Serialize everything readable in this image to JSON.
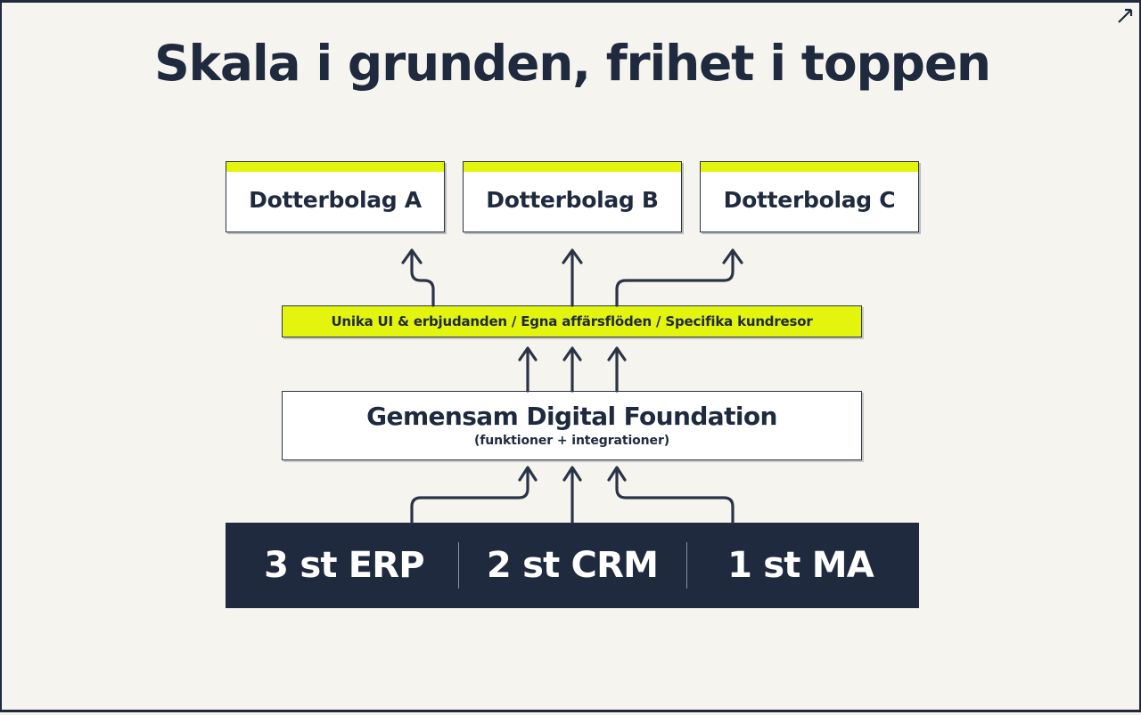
{
  "slide": {
    "title": "Skala i grunden, frihet i toppen",
    "background_color": "#f6f4ef",
    "frame_color": "#1f2a3f",
    "accent_color": "#e4f50d",
    "dark_color": "#1f2a3f",
    "text_color": "#1f2a3f"
  },
  "resize_handle": {
    "icon": "diagonal-arrow-icon"
  },
  "subsidiaries": {
    "boxes": [
      {
        "label": "Dotterbolag A"
      },
      {
        "label": "Dotterbolag B"
      },
      {
        "label": "Dotterbolag C"
      }
    ]
  },
  "differentiation_bar": {
    "label": "Unika UI & erbjudanden / Egna affärsflöden / Specifika kundresor"
  },
  "foundation": {
    "title": "Gemensam Digital Foundation",
    "subtitle": "(funktioner + integrationer)"
  },
  "systems_bar": {
    "items": [
      {
        "label": "3 st ERP"
      },
      {
        "label": "2 st CRM"
      },
      {
        "label": "1 st MA"
      }
    ]
  },
  "chart_data": {
    "type": "diagram",
    "title": "Skala i grunden, frihet i toppen",
    "layers": [
      {
        "name": "subsidiaries",
        "kind": "boxes",
        "items": [
          "Dotterbolag A",
          "Dotterbolag B",
          "Dotterbolag C"
        ]
      },
      {
        "name": "differentiation",
        "kind": "bar",
        "items": [
          "Unika UI & erbjudanden / Egna affärsflöden / Specifika kundresor"
        ]
      },
      {
        "name": "foundation",
        "kind": "box",
        "items": [
          "Gemensam Digital Foundation",
          "(funktioner + integrationer)"
        ]
      },
      {
        "name": "systems",
        "kind": "bar",
        "items": [
          "3 st ERP",
          "2 st CRM",
          "1 st MA"
        ]
      }
    ],
    "flow_direction": "bottom-to-top",
    "connectors": [
      {
        "from": "systems",
        "to": "foundation",
        "count": 3
      },
      {
        "from": "foundation",
        "to": "differentiation",
        "count": 3
      },
      {
        "from": "differentiation",
        "to": "subsidiaries",
        "count": 3
      }
    ]
  }
}
